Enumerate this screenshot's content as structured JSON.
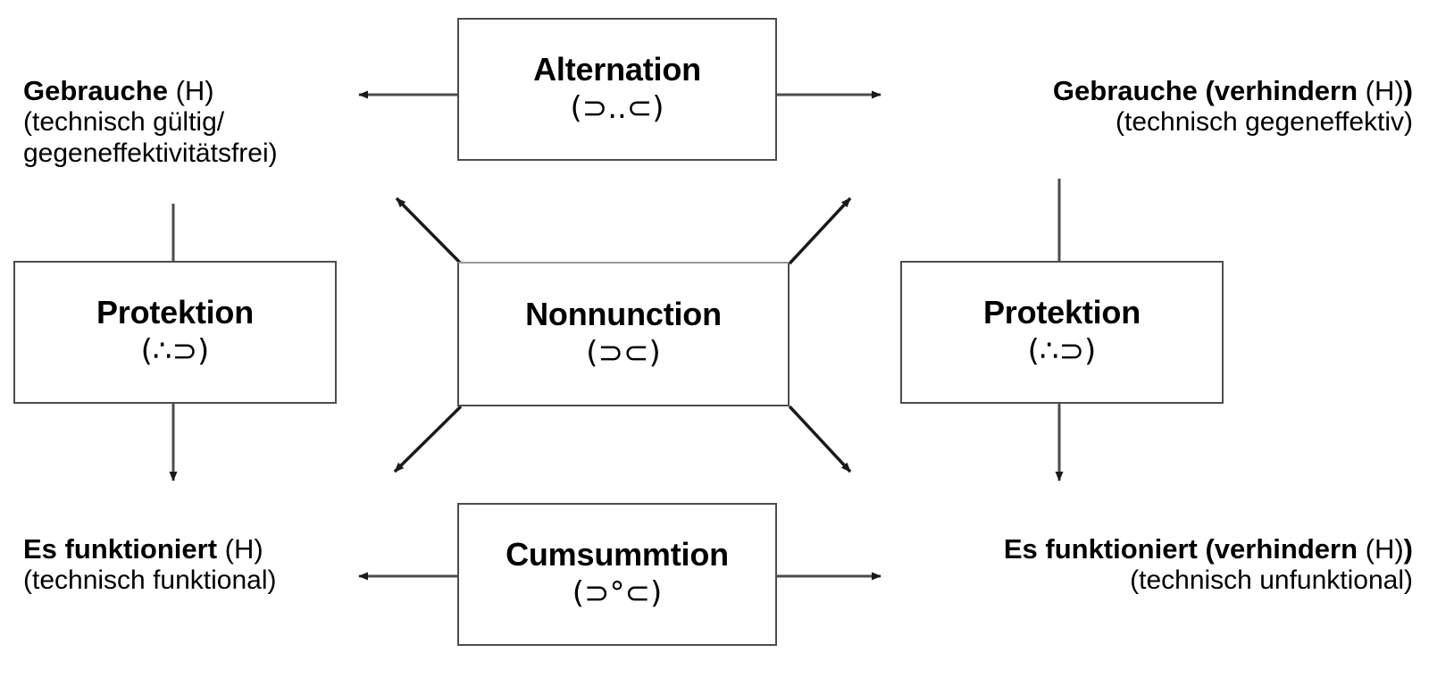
{
  "diagram": {
    "title": "Nonnunction / Alternation / Cumsummtion technical-function diagram",
    "line_color": "#4d4d4d",
    "arrow_color": "#1a1a1a",
    "text_color": "#000000",
    "background": "#ffffff"
  },
  "boxes": {
    "alternation": {
      "title": "Alternation",
      "symbol": "(⊃..⊂)"
    },
    "nonnunction": {
      "title": "Nonnunction",
      "symbol": "(⊃⊂)"
    },
    "cumsummtion": {
      "title": "Cumsummtion",
      "symbol": "(⊃°⊂)"
    },
    "protektion_left": {
      "title": "Protektion",
      "symbol": "(∴⊃)"
    },
    "protektion_right": {
      "title": "Protektion",
      "symbol": "(∴⊃)"
    }
  },
  "labels": {
    "top_left": {
      "line1_bold": "Gebrauche",
      "line1_rest": " (H)",
      "line2": "(technisch gültig/",
      "line3": "gegeneffektivitätsfrei)"
    },
    "top_right": {
      "line1_bold_a": "Gebrauche (verhindern",
      "line1_rest": " (H)",
      "line1_bold_b": ")",
      "line2": "(technisch gegeneffektiv)"
    },
    "bottom_left": {
      "line1_bold": "Es funktioniert",
      "line1_rest": " (H)",
      "line2": "(technisch funktional)"
    },
    "bottom_right": {
      "line1_bold_a": "Es funktioniert (verhindern",
      "line1_rest": " (H)",
      "line1_bold_b": ")",
      "line2": "(technisch unfunktional)"
    }
  },
  "connectors": [
    {
      "name": "alternation-to-top-left",
      "type": "arrow",
      "direction": "left"
    },
    {
      "name": "alternation-to-top-right",
      "type": "arrow",
      "direction": "right"
    },
    {
      "name": "nonnunction-to-top-left-diagonal",
      "type": "arrow",
      "direction": "up-left"
    },
    {
      "name": "nonnunction-to-top-right-diagonal",
      "type": "arrow",
      "direction": "up-right"
    },
    {
      "name": "nonnunction-to-bottom-left-diagonal",
      "type": "arrow",
      "direction": "down-left"
    },
    {
      "name": "nonnunction-to-bottom-right-diagonal",
      "type": "arrow",
      "direction": "down-right"
    },
    {
      "name": "top-left-label-to-protektion-left",
      "type": "line",
      "direction": "down"
    },
    {
      "name": "top-right-label-to-protektion-right",
      "type": "line",
      "direction": "down"
    },
    {
      "name": "protektion-left-to-bottom-left",
      "type": "arrow",
      "direction": "down"
    },
    {
      "name": "protektion-right-to-bottom-right",
      "type": "arrow",
      "direction": "down"
    },
    {
      "name": "cumsummtion-to-bottom-left",
      "type": "arrow",
      "direction": "left"
    },
    {
      "name": "cumsummtion-to-bottom-right",
      "type": "arrow",
      "direction": "right"
    }
  ]
}
